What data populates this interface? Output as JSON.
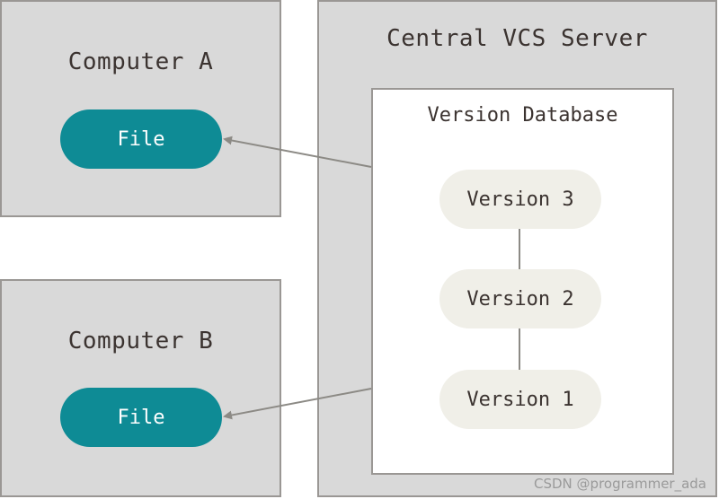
{
  "computer_a": {
    "title": "Computer A",
    "file_label": "File"
  },
  "computer_b": {
    "title": "Computer B",
    "file_label": "File"
  },
  "server": {
    "title": "Central VCS Server",
    "database": {
      "title": "Version Database",
      "versions": [
        "Version 3",
        "Version 2",
        "Version 1"
      ]
    }
  },
  "watermark": "CSDN @programmer_ada",
  "colors": {
    "panel_background": "#d9d9d9",
    "panel_border": "#9a9794",
    "file_pill": "#0e8b95",
    "version_pill": "#f0efe8",
    "arrow": "#8c8a85",
    "text": "#3b3330"
  }
}
